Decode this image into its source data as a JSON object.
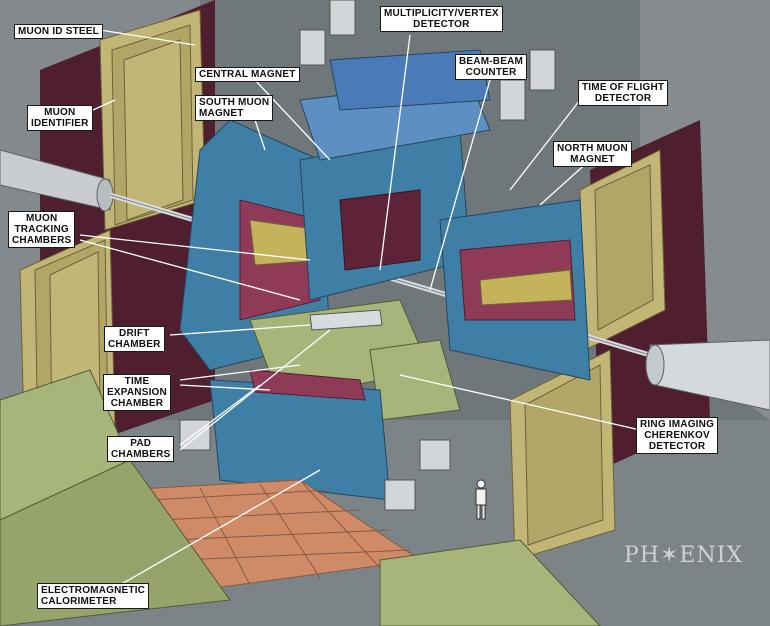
{
  "labels": {
    "muon_id_steel": "MUON ID STEEL",
    "muon_identifier": "MUON\nIDENTIFIER",
    "central_magnet": "CENTRAL MAGNET",
    "south_muon_magnet": "SOUTH MUON\nMAGNET",
    "multiplicity_vertex": "MULTIPLICITY/VERTEX\nDETECTOR",
    "beam_beam_counter": "BEAM-BEAM\nCOUNTER",
    "time_of_flight": "TIME OF FLIGHT\nDETECTOR",
    "north_muon_magnet": "NORTH MUON\nMAGNET",
    "muon_tracking": "MUON\nTRACKING\nCHAMBERS",
    "drift_chamber": "DRIFT\nCHAMBER",
    "time_expansion": "TIME\nEXPANSION\nCHAMBER",
    "pad_chambers": "PAD\nCHAMBERS",
    "rich": "RING IMAGING\nCHERENKOV\nDETECTOR",
    "em_calorimeter": "ELECTROMAGNETIC\nCALORIMETER"
  },
  "logo": "PH✶ENIX",
  "colors": {
    "steel": "#c2b677",
    "magnet_blue": "#3f7fa6",
    "maroon": "#5e2338",
    "green": "#a7b57a",
    "floor": "#7c8286",
    "copper": "#cf8a68"
  }
}
